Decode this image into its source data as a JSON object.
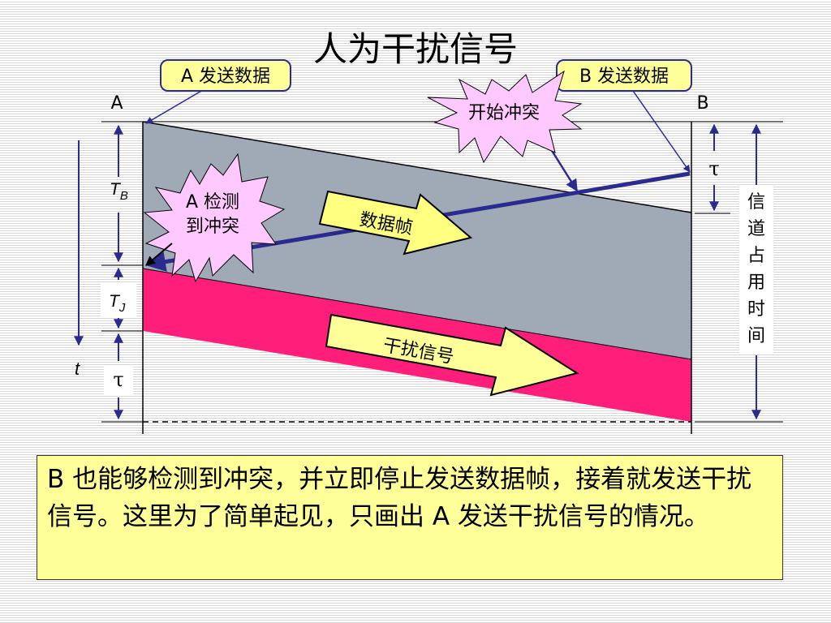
{
  "title": "人为干扰信号",
  "callouts": {
    "a_send": "A 发送数据",
    "b_send": "B 发送数据"
  },
  "stations": {
    "a": "A",
    "b": "B"
  },
  "bursts": {
    "start_collision": "开始冲突",
    "a_detect_line1": "A 检测",
    "a_detect_line2": "到冲突"
  },
  "arrows": {
    "data_frame": "数据帧",
    "jam_signal": "干扰信号"
  },
  "left_axis": {
    "tb_main": "T",
    "tb_sub": "B",
    "tj_main": "T",
    "tj_sub": "J",
    "tau": "τ",
    "t": "t"
  },
  "right_axis": {
    "tau": "τ",
    "occupancy": [
      "信",
      "道",
      "占",
      "用",
      "时",
      "间"
    ]
  },
  "note": "B 也能够检测到冲突，并立即停止发送数据帧，接着就发送干扰信号。这里为了简单起见，只画出 A 发送干扰信号的情况。",
  "colors": {
    "data_region": "#a0aab6",
    "jam_region": "#ff1f7a",
    "callout_fill": "#ffff99",
    "burst_fill": "#ffc8ff",
    "axis_blue": "#2b2b8f"
  }
}
